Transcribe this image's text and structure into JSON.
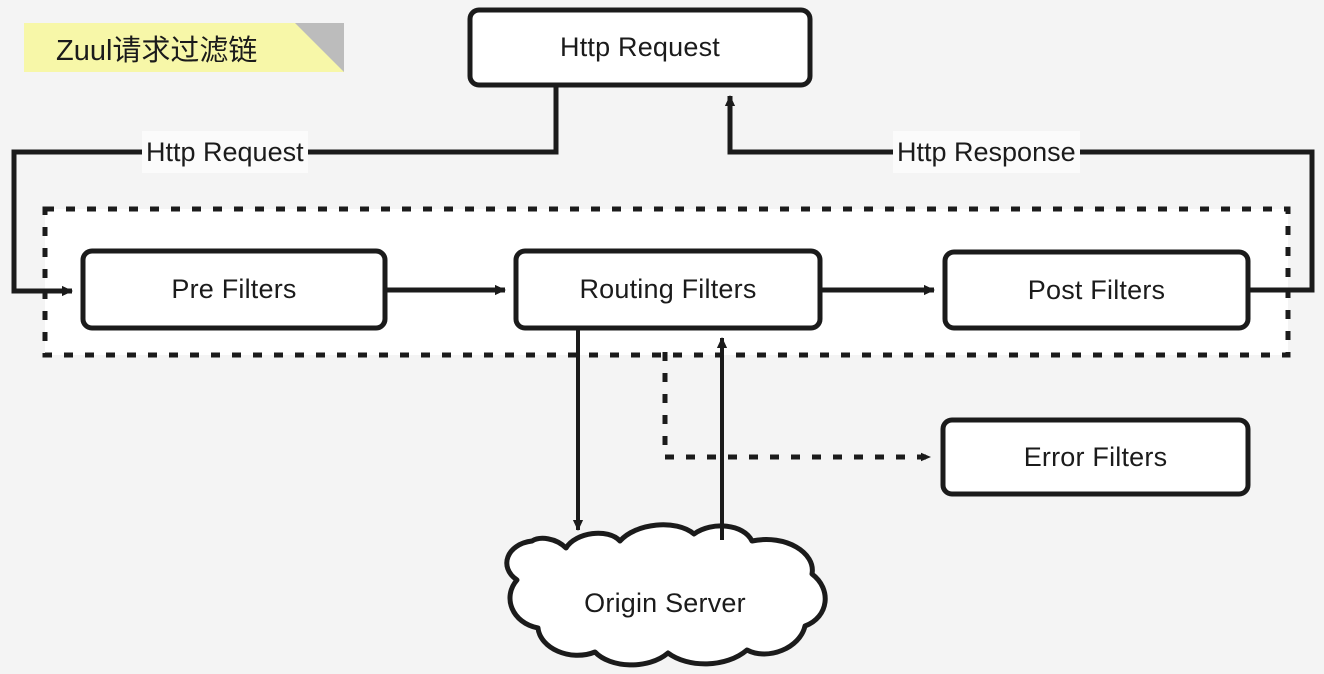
{
  "diagram": {
    "title": "Zuul请求过滤链",
    "title_highlight_color": "#f7f7a8",
    "title_fold_color": "#bcbcbc",
    "background_color": "#f4f4f4",
    "stroke_color": "#1b1b1b",
    "node_fill_color": "#ffffff",
    "container_fill_color": "#ffffff",
    "nodes": {
      "http_request": "Http Request",
      "pre_filters": "Pre Filters",
      "routing_filters": "Routing Filters",
      "post_filters": "Post Filters",
      "error_filters": "Error Filters",
      "origin_server": "Origin Server"
    },
    "edge_labels": {
      "http_request": "Http Request",
      "http_response": "Http Response"
    }
  }
}
